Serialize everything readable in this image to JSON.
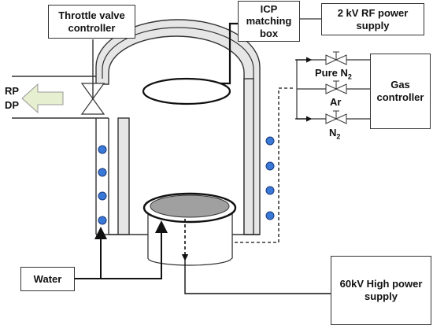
{
  "labels": {
    "throttle_valve_controller": "Throttle valve controller",
    "icp_matching_box": "ICP matching box",
    "rf_power_supply": "2 kV RF power supply",
    "gas_controller": "Gas controller",
    "pure_n2": "Pure N",
    "ar": "Ar",
    "n2": "N",
    "subscript_2": "2",
    "rp": "RP",
    "dp": "DP",
    "water": "Water",
    "high_power_supply": "60kV High power supply"
  },
  "colors": {
    "coil": "#3a78d8",
    "chamber_fill": "#e6e6e6",
    "stage_fill": "#a0a0a0",
    "exhaust_arrow": "#e6efcf"
  }
}
